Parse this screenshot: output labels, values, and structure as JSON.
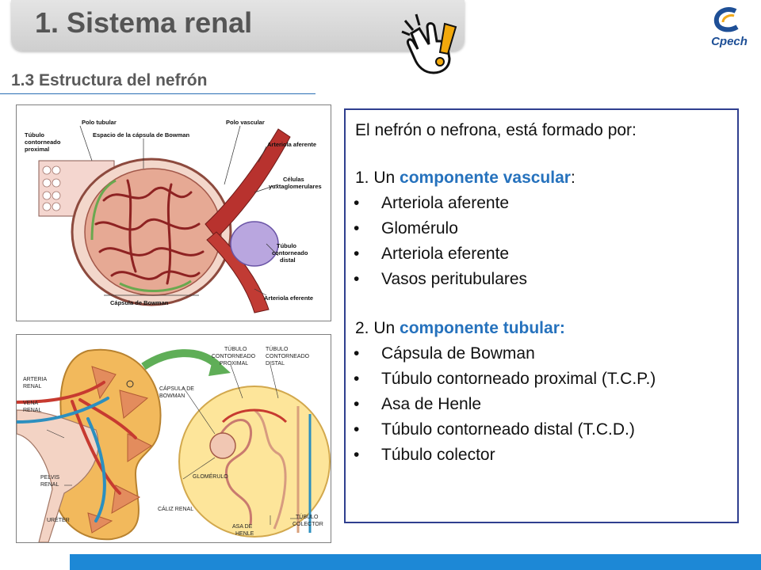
{
  "header": {
    "title": "1. Sistema renal",
    "subtitle": "1.3 Estructura del nefrón"
  },
  "logo": {
    "text": "Cpech"
  },
  "figure1": {
    "labels": {
      "polo_tubular": "Polo tubular",
      "polo_vascular": "Polo vascular",
      "tubulo_proximal": "Túbulo\ncontorneado\nproximal",
      "espacio": "Espacio de la cápsula de Bowman",
      "arteriola_aferente": "Arteriola aferente",
      "celulas": "Células\nyuxtaglomerulares",
      "tubulo_distal": "Túbulo\ncontorneado\ndistal",
      "capsula": "Cápsula de Bowman",
      "arteriola_eferente": "Arteriola eferente"
    }
  },
  "figure2": {
    "labels": {
      "arteria": "ARTERIA\nRENAL",
      "vena": "VENA\nRENAL",
      "pelvis": "PELVIS\nRENAL",
      "ureter": "URÉTER",
      "caliz": "CÁLIZ RENAL",
      "capsula": "CÁPSULA DE\nBOWMAN",
      "glomerulo": "GLOMÉRULO",
      "tcp": "TÚBULO\nCONTORNEADO\nPROXIMAL",
      "tcd": "TÚBULO\nCONTORNEADO\nDISTAL",
      "asa": "ASA DE\nHENLE",
      "colector": "TÚBULO\nCOLECTOR"
    }
  },
  "content": {
    "intro": "El nefrón o nefrona, está formado por:",
    "vascular": {
      "prefix": "1.  Un ",
      "highlight": "componente vascular",
      "suffix": ":",
      "items": [
        "Arteriola aferente",
        "Glomérulo",
        "Arteriola eferente",
        "Vasos peritubulares"
      ]
    },
    "tubular": {
      "prefix": "2. Un ",
      "highlight": "componente tubular:",
      "items": [
        "Cápsula de Bowman",
        "Túbulo contorneado proximal (T.C.P.)",
        "Asa de Henle",
        "Túbulo contorneado distal (T.C.D.)",
        "Túbulo colector"
      ]
    },
    "bullet": "•"
  },
  "colors": {
    "accent": "#2672bd",
    "box_border": "#2f3f8f",
    "bottom_bar": "#1d88d6"
  }
}
